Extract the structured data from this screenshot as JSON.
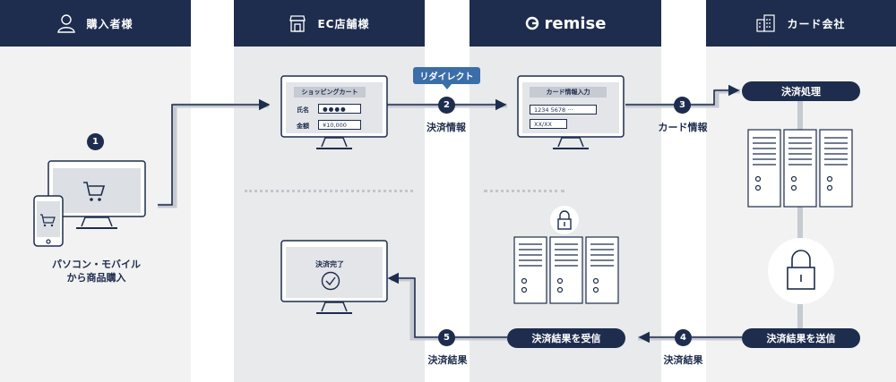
{
  "columns": {
    "buyer": {
      "title": "購入者様",
      "icon": "person-icon"
    },
    "shop": {
      "title": "EC店舗様",
      "icon": "storefront-icon"
    },
    "remise": {
      "title": "remise",
      "icon": "remise-logo-icon"
    },
    "card": {
      "title": "カード会社",
      "icon": "building-icon"
    }
  },
  "steps": {
    "s1": {
      "num": "1",
      "label": "パソコン・モバイル\nから商品購入"
    },
    "s2": {
      "num": "2",
      "label": "決済情報",
      "tag": "リダイレクト"
    },
    "s3": {
      "num": "3",
      "label": "カード情報"
    },
    "s4": {
      "num": "4",
      "label": "決済結果"
    },
    "s5": {
      "num": "5",
      "label": "決済結果"
    }
  },
  "screens": {
    "cart": {
      "title": "ショッピングカート",
      "name_label": "氏名",
      "name_value": "●●●●",
      "amount_label": "金額",
      "amount_value": "¥10,000"
    },
    "card_input": {
      "title": "カード情報入力",
      "number_value": "1234 5678 ···",
      "expiry_value": "XX/XX"
    },
    "complete": {
      "title": "決済完了"
    }
  },
  "pills": {
    "processing": "決済処理",
    "send_result": "決済結果を送信",
    "receive_result": "決済結果を受信"
  },
  "colors": {
    "navy": "#1e2d4d",
    "accent": "#3b6ea8",
    "column_bg": "#f2f2f2"
  }
}
